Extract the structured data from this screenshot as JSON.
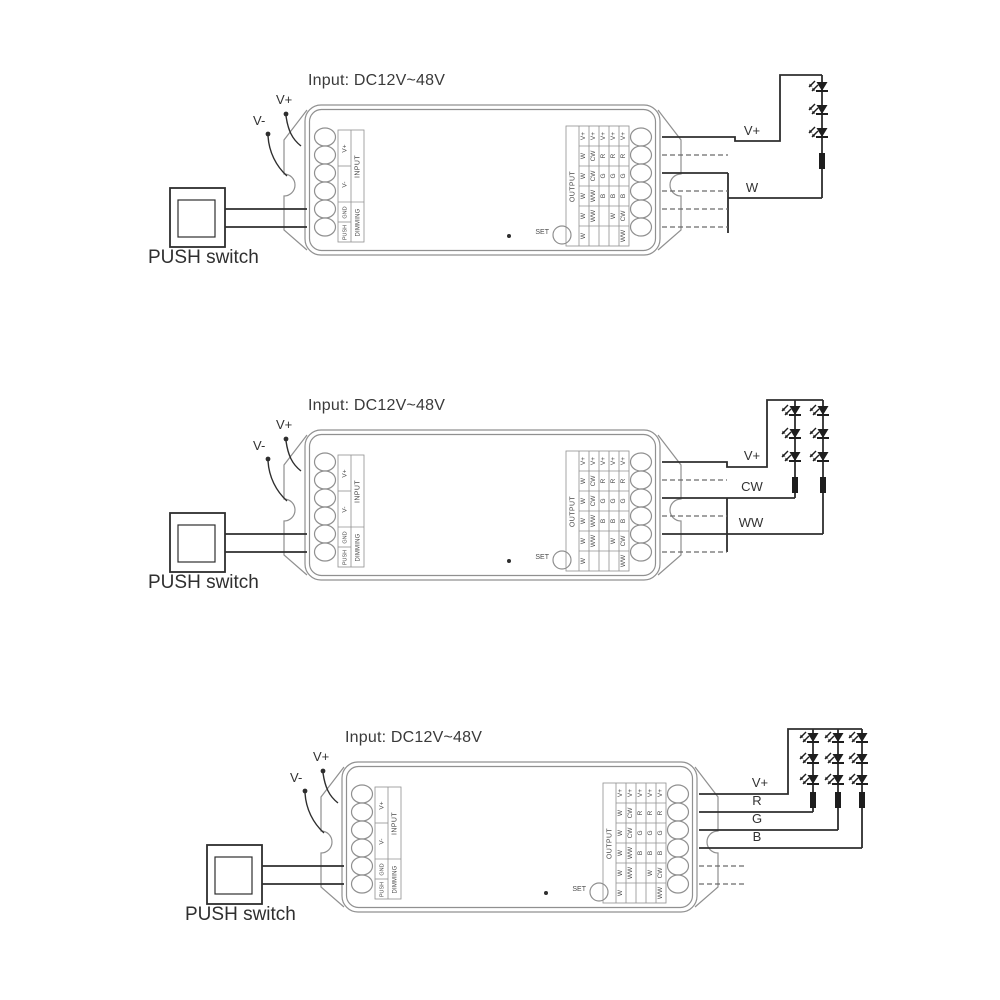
{
  "colors": {
    "wire": "#2e2e2e",
    "outline": "#909090",
    "text": "#3a3a3a"
  },
  "device": {
    "input_label": "INPUT",
    "dimming_label": "DIMMING",
    "input_terminals": {
      "v_plus": "V+",
      "v_minus": "V-",
      "gnd": "GND",
      "push": "PUSH"
    },
    "output_label": "OUTPUT",
    "output_grid": [
      [
        "V+",
        "V+",
        "V+",
        "V+",
        "V+"
      ],
      [
        "W",
        "CW",
        "R",
        "R",
        "R"
      ],
      [
        "W",
        "CW",
        "G",
        "G",
        "G"
      ],
      [
        "W",
        "WW",
        "B",
        "B",
        "B"
      ],
      [
        "W",
        "WW",
        "",
        "W",
        "CW"
      ],
      [
        "W",
        "",
        "",
        "",
        "WW"
      ]
    ],
    "set_label": "SET"
  },
  "diagrams": [
    {
      "title": "Input: DC12V~48V",
      "v_plus": "V+",
      "v_minus": "V-",
      "push_switch": "PUSH switch",
      "wires": {
        "w1": "V+",
        "w2": "W"
      }
    },
    {
      "title": "Input: DC12V~48V",
      "v_plus": "V+",
      "v_minus": "V-",
      "push_switch": "PUSH switch",
      "wires": {
        "w1": "V+",
        "w2": "CW",
        "w3": "WW"
      }
    },
    {
      "title": "Input: DC12V~48V",
      "v_plus": "V+",
      "v_minus": "V-",
      "push_switch": "PUSH switch",
      "wires": {
        "w1": "V+",
        "w2": "R",
        "w3": "G",
        "w4": "B"
      }
    }
  ]
}
